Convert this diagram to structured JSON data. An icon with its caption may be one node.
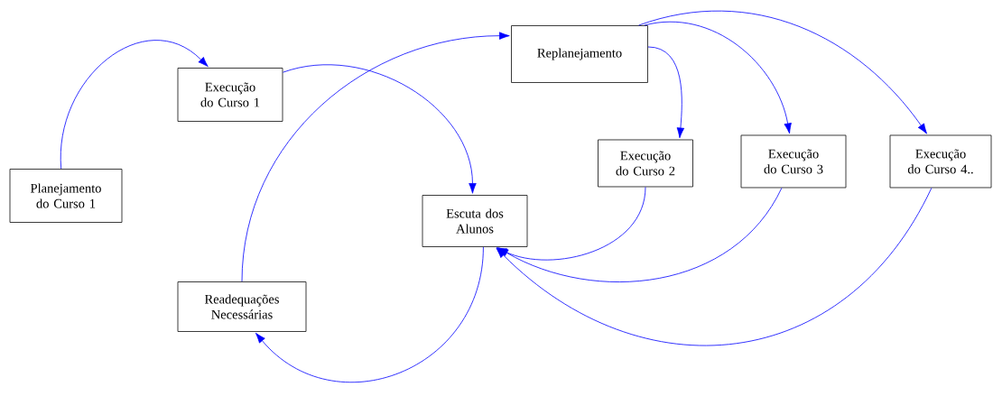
{
  "diagram": {
    "nodes": [
      {
        "text": [
          "Planejamento do Curso 1"
        ]
      },
      {
        "text": [
          "Execução do Curso 1"
        ]
      },
      {
        "text": [
          "Escuta dos Alunos"
        ]
      },
      {
        "text": [
          "Readequações Necessárias"
        ]
      },
      {
        "text": [
          "Replanejamento"
        ]
      },
      {
        "text": [
          "Execução do Curso 2"
        ]
      },
      {
        "text": [
          "Execução do Curso 3"
        ]
      },
      {
        "text": [
          "Execução do Curso 4.."
        ]
      }
    ],
    "edges": [
      {
        "from": 0,
        "to": 1,
        "arrow": "to"
      },
      {
        "from": 1,
        "to": 2,
        "arrow": "to"
      },
      {
        "from": 2,
        "to": 3,
        "arrow": "to"
      },
      {
        "from": 3,
        "to": 4,
        "arrow": "to"
      },
      {
        "from": 4,
        "to": 5,
        "arrow": "to"
      },
      {
        "from": 4,
        "to": 6,
        "arrow": "to"
      },
      {
        "from": 4,
        "to": 7,
        "arrow": "to"
      },
      {
        "from": 5,
        "to": 2,
        "arrow": "to"
      },
      {
        "from": 6,
        "to": 2,
        "arrow": "to"
      },
      {
        "from": 7,
        "to": 2,
        "arrow": "to"
      }
    ]
  }
}
